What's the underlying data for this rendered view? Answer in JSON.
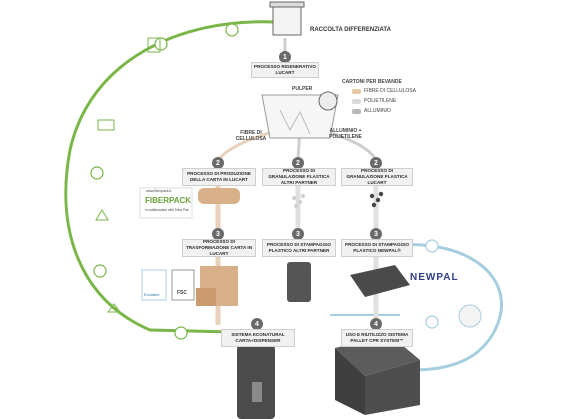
{
  "header": {
    "collection_label": "RACCOLTA DIFFERENZIATA"
  },
  "steps": {
    "step1": {
      "number": "1",
      "label": "PROCESSO RIGENERATIVO LUCART"
    },
    "pulper": "PULPER",
    "left_branch_label": "FIBRE DI CELLULOSA",
    "right_branch_label": "ALLUMINIO + POLIETILENE",
    "col1_step2": {
      "number": "2",
      "label": "PROCESSO DI PRODUZIONE DELLA CARTA IN LUCART"
    },
    "col2_step2": {
      "number": "2",
      "label": "PROCESSO DI GRANULAZIONE PLASTICA ALTRI PARTNER"
    },
    "col3_step2": {
      "number": "2",
      "label": "PROCESSO DI GRANULAZIONE PLASTICA LUCART"
    },
    "col1_step3": {
      "number": "3",
      "label": "PROCESSO DI TRASFORMAZIONE CARTA IN LUCART"
    },
    "col2_step3": {
      "number": "3",
      "label": "PROCESSO DI STAMPAGGIO PLASTICO ALTRI PARTNER"
    },
    "col3_step3": {
      "number": "3",
      "label": "PROCESSO DI STAMPAGGIO PLASTICO NEWPAL®"
    },
    "col1_step4": {
      "number": "4",
      "label": "SISTEMA ECONATURAL CARTA+DISPENSER"
    },
    "col3_step4": {
      "number": "4",
      "label": "USO E RIUTILIZZO SISTEMA PALLET CPR SYSTEM™"
    }
  },
  "legend": {
    "title": "CARTONI PER BEVANDE",
    "items": [
      {
        "label": "FIBRE DI CELLULOSA",
        "color": "#e8c9a6"
      },
      {
        "label": "POLIETILENE",
        "color": "#d9d9d9"
      },
      {
        "label": "ALLUMINIO",
        "color": "#b7b7b7"
      }
    ]
  },
  "brands": {
    "fiberpack_top": "www.fiberpack.it",
    "fiberpack": "FIBERPACK",
    "fiberpack_sub": "in collaboration with Tetra Pak",
    "newpal": "NEWPAL",
    "ecolabel": "Ecolabel",
    "fsc": "FSC"
  },
  "colors": {
    "loop_green": "#7ab648",
    "loop_blue": "#a6cde0",
    "kraft": "#d8b08a"
  }
}
